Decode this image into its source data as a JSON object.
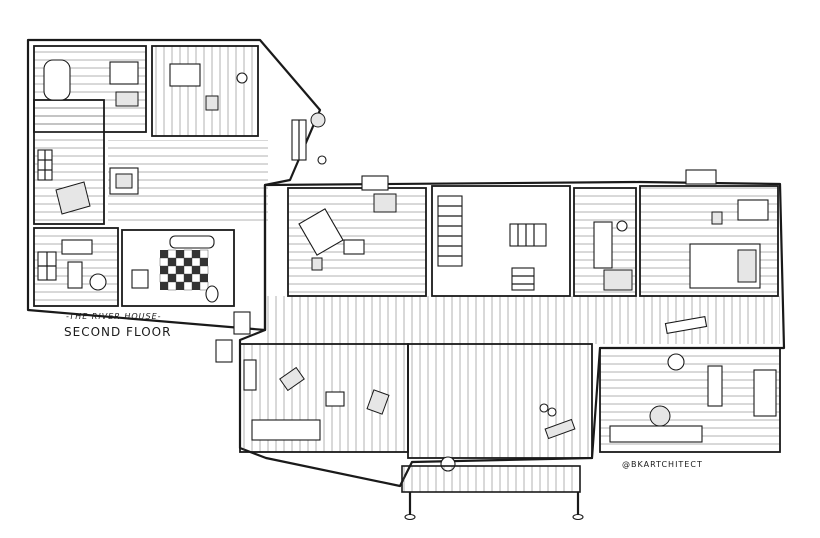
{
  "plan": {
    "title": "-THE RIVER HOUSE-",
    "subtitle": "SECOND FLOOR",
    "signature": "@BKARTCHITECT"
  },
  "icons": [
    "bathtub-icon",
    "sink-icon",
    "toilet-icon",
    "bed-icon",
    "chair-icon",
    "sofa-icon",
    "stair-icon",
    "window-icon",
    "fireplace-icon",
    "plant-icon",
    "clock-icon"
  ]
}
